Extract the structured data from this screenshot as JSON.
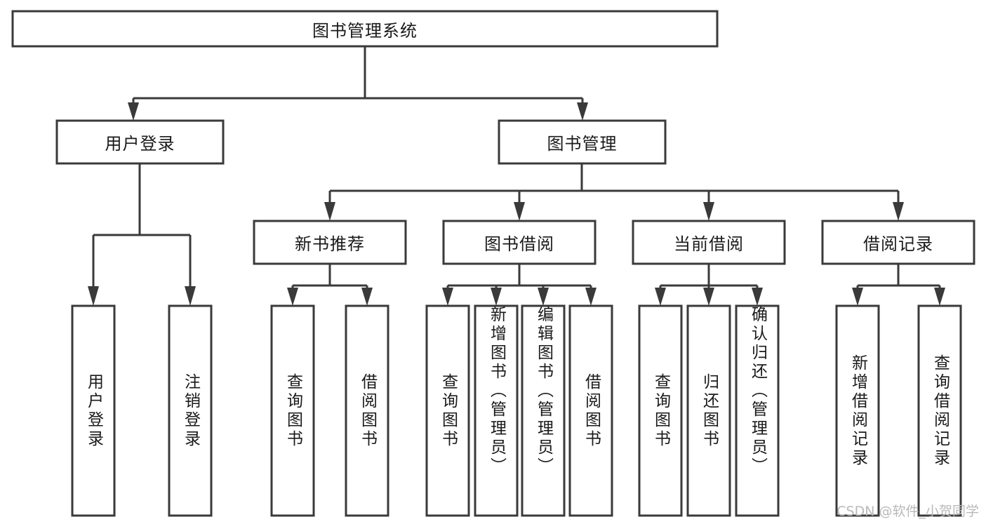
{
  "diagram": {
    "title": "图书管理系统",
    "type": "tree",
    "watermark": "CSDN @软件_小贺同学",
    "levels": {
      "root": {
        "label": "图书管理系统"
      },
      "level2": [
        {
          "label": "用户登录"
        },
        {
          "label": "图书管理"
        }
      ],
      "level3": [
        {
          "label": "新书推荐"
        },
        {
          "label": "图书借阅"
        },
        {
          "label": "当前借阅"
        },
        {
          "label": "借阅记录"
        }
      ]
    },
    "leaves": {
      "user_login": [
        {
          "label": "用户登录"
        },
        {
          "label": "注销登录"
        }
      ],
      "new_book_recommend": [
        {
          "label": "查询图书"
        },
        {
          "label": "借阅图书"
        }
      ],
      "book_borrow": [
        {
          "label": "查询图书"
        },
        {
          "label": "新增图书（管理员）"
        },
        {
          "label": "编辑图书（管理员）"
        },
        {
          "label": "借阅图书"
        }
      ],
      "current_borrow": [
        {
          "label": "查询图书"
        },
        {
          "label": "归还图书"
        },
        {
          "label": "确认归还（管理员）"
        }
      ],
      "borrow_record": [
        {
          "label": "新增借阅记录"
        },
        {
          "label": "查询借阅记录"
        }
      ]
    },
    "colors": {
      "stroke": "#3a3a3a",
      "fill": "#ffffff",
      "text": "#1a1a1a",
      "watermark": "#b9b9b9"
    }
  }
}
